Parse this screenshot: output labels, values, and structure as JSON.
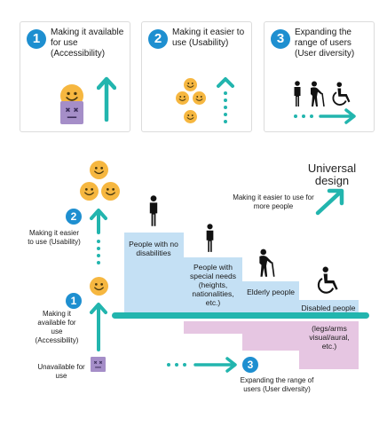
{
  "cards": [
    {
      "num": "1",
      "title": "Making it available for use (Accessibility)"
    },
    {
      "num": "2",
      "title": "Making it easier to use (Usability)"
    },
    {
      "num": "3",
      "title": "Expanding the range of users (User diversity)"
    }
  ],
  "diagram": {
    "universal_title": "Universal design",
    "universal_caption": "Making it easier to use for more people",
    "step2_num": "2",
    "step2_label": "Making it easier to use (Usability)",
    "step1_num": "1",
    "step1_label": "Making it available for use (Accessibility)",
    "unavailable_label": "Unavailable for use",
    "step3_num": "3",
    "step3_label": "Expanding the range of users (User diversity)",
    "groups": [
      {
        "label": "People with no disabilities"
      },
      {
        "label": "People with special needs (heights, nationalities, etc.)"
      },
      {
        "label": "Elderly people"
      },
      {
        "label": "Disabled people"
      }
    ],
    "disabled_note": "(legs/arms visual/aural, etc.)"
  },
  "colors": {
    "teal": "#22b5ae",
    "blue": "#1e8fd0",
    "light_blue": "#c4e0f4",
    "pink": "#e6c6e2",
    "smiley": "#f6b740",
    "sad": "#a58ec8"
  },
  "icons": [
    "smiley-icon",
    "sad-face-icon",
    "person-icon",
    "elderly-icon",
    "wheelchair-icon",
    "arrow-up-icon",
    "arrow-right-icon"
  ]
}
